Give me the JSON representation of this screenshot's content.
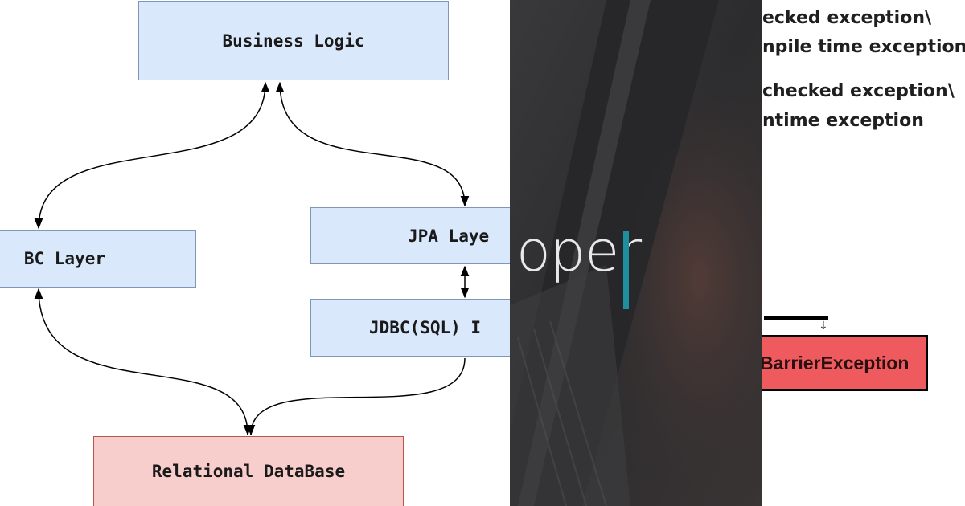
{
  "diagram": {
    "nodes": {
      "business_logic": "Business Logic",
      "jdbc_layer_left": "BC Layer",
      "jpa_layer": "JPA Laye",
      "jdbc_sql": "JDBC(SQL) I",
      "relational_db": "Relational DataBase"
    },
    "colors": {
      "node_blue": "#dae8fc",
      "node_red": "#f8cecc"
    }
  },
  "banner": {
    "text": "oper",
    "colors": {
      "background": "#2e2e30",
      "accent_bar": "#1f8fa0"
    }
  },
  "exceptions": {
    "checked_line_1": "ecked exception\\",
    "checked_line_2": "npile time exception",
    "unchecked_line_1": "checked exception\\",
    "unchecked_line_2": "ntime exception",
    "box_label": "nBarrierException",
    "colors": {
      "box": "#ef5a5f"
    }
  }
}
